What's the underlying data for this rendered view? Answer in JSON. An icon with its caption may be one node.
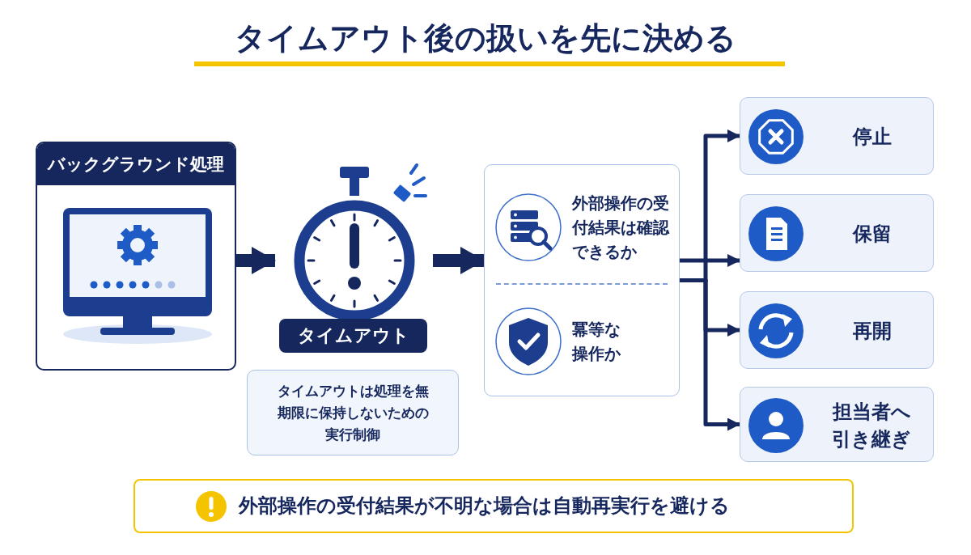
{
  "diagram": {
    "title": "タイムアウト後の扱いを先に決める",
    "nodes": [
      {
        "text": [
          "バックグラウンド処理"
        ]
      },
      {
        "text": [
          "タイムアウト"
        ]
      },
      {
        "text": [
          "タイムアウトは処理を無期限に保持しないための実行制御"
        ]
      },
      {
        "text": [],
        "shape": "box"
      },
      {
        "text": [
          "外部操作の受付結果は確認できるか"
        ],
        "in": 3
      },
      {
        "text": [
          "冪等な操作か"
        ],
        "in": 3
      },
      {
        "text": [
          "停止"
        ]
      },
      {
        "text": [
          "保留"
        ]
      },
      {
        "text": [
          "再開"
        ]
      },
      {
        "text": [
          "担当者へ引き継ぎ"
        ]
      },
      {
        "text": [
          "外部操作の受付結果が不明な場合は自動再実行を避ける"
        ]
      }
    ],
    "edges": [
      {
        "from": 0,
        "to": 1,
        "arrow": "to",
        "style": "thick"
      },
      {
        "from": 1,
        "to": 3,
        "arrow": "to",
        "style": "thick"
      },
      {
        "from": 3,
        "to": 6,
        "arrow": "to"
      },
      {
        "from": 3,
        "to": 7,
        "arrow": "to"
      },
      {
        "from": 3,
        "to": 8,
        "arrow": "to"
      },
      {
        "from": 3,
        "to": 9,
        "arrow": "to"
      }
    ]
  }
}
